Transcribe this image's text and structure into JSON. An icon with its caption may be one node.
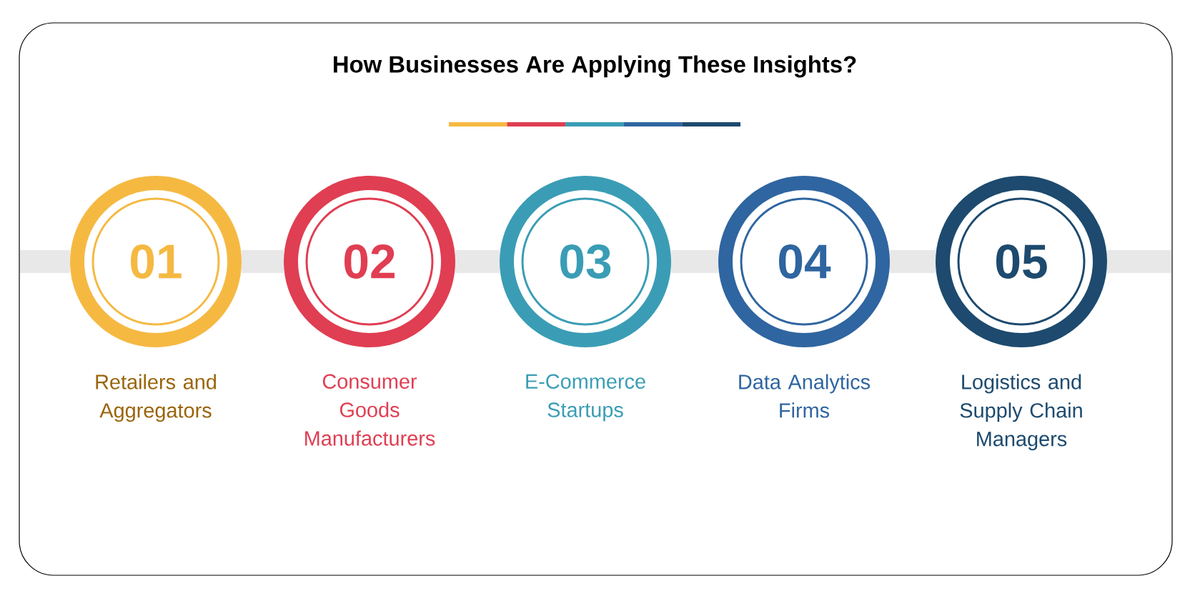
{
  "diagram": {
    "title": "How Businesses Are Applying These Insights?",
    "nodes": [
      {
        "text": [
          "01"
        ],
        "beside": [
          "Retailers and Aggregators"
        ]
      },
      {
        "text": [
          "02"
        ],
        "beside": [
          "Consumer Goods Manufacturers"
        ]
      },
      {
        "text": [
          "03"
        ],
        "beside": [
          "E-Commerce Startups"
        ]
      },
      {
        "text": [
          "04"
        ],
        "beside": [
          "Data Analytics Firms"
        ]
      },
      {
        "text": [
          "05"
        ],
        "beside": [
          "Logistics and Supply Chain Managers"
        ]
      }
    ]
  }
}
